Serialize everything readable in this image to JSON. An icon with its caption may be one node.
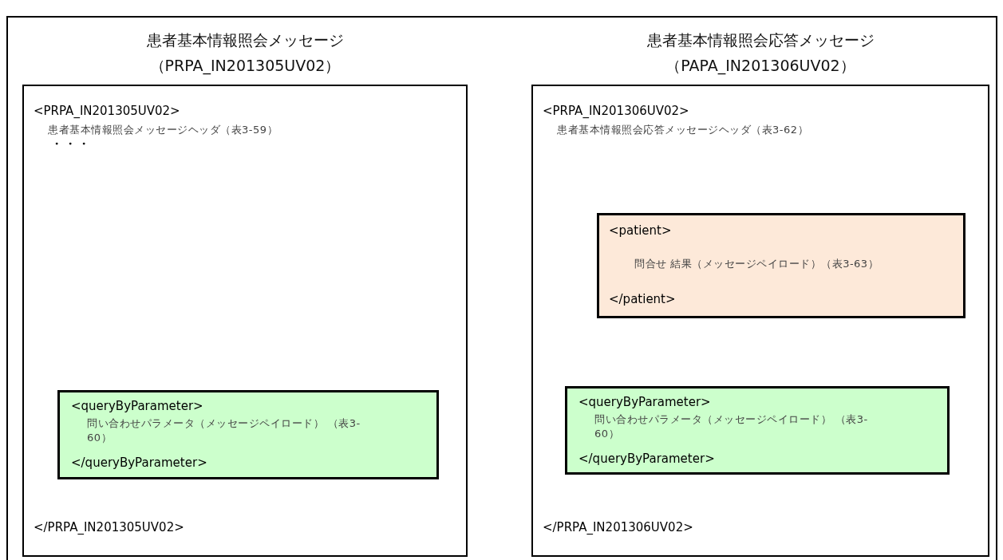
{
  "diagram": {
    "nodes": [
      {
        "text": [
          "患者基本情報照会メッセージ",
          "（PRPA_IN201305UV02）",
          "<PRPA_IN201305UV02>",
          "患者基本情報照会メッセージヘッダ（表3-59）",
          "・・・",
          "</PRPA_IN201305UV02>"
        ]
      },
      {
        "text": [
          "<queryByParameter>",
          "問い合わせパラメータ（メッセージペイロード） （表3-60）",
          "</queryByParameter>"
        ],
        "in": 0
      },
      {
        "text": [
          "患者基本情報照会応答メッセージ",
          "（PAPA_IN201306UV02）",
          "<PRPA_IN201306UV02>",
          "患者基本情報照会応答メッセージヘッダ（表3-62）",
          "</PRPA_IN201306UV02>"
        ]
      },
      {
        "text": [
          "<patient>",
          "問合せ 結果（メッセージペイロード）（表3-63）",
          "</patient>"
        ],
        "in": 2
      },
      {
        "text": [
          "<queryByParameter>",
          "問い合わせパラメータ（メッセージペイロード） （表3-60）",
          "</queryByParameter>"
        ],
        "in": 2
      }
    ]
  }
}
